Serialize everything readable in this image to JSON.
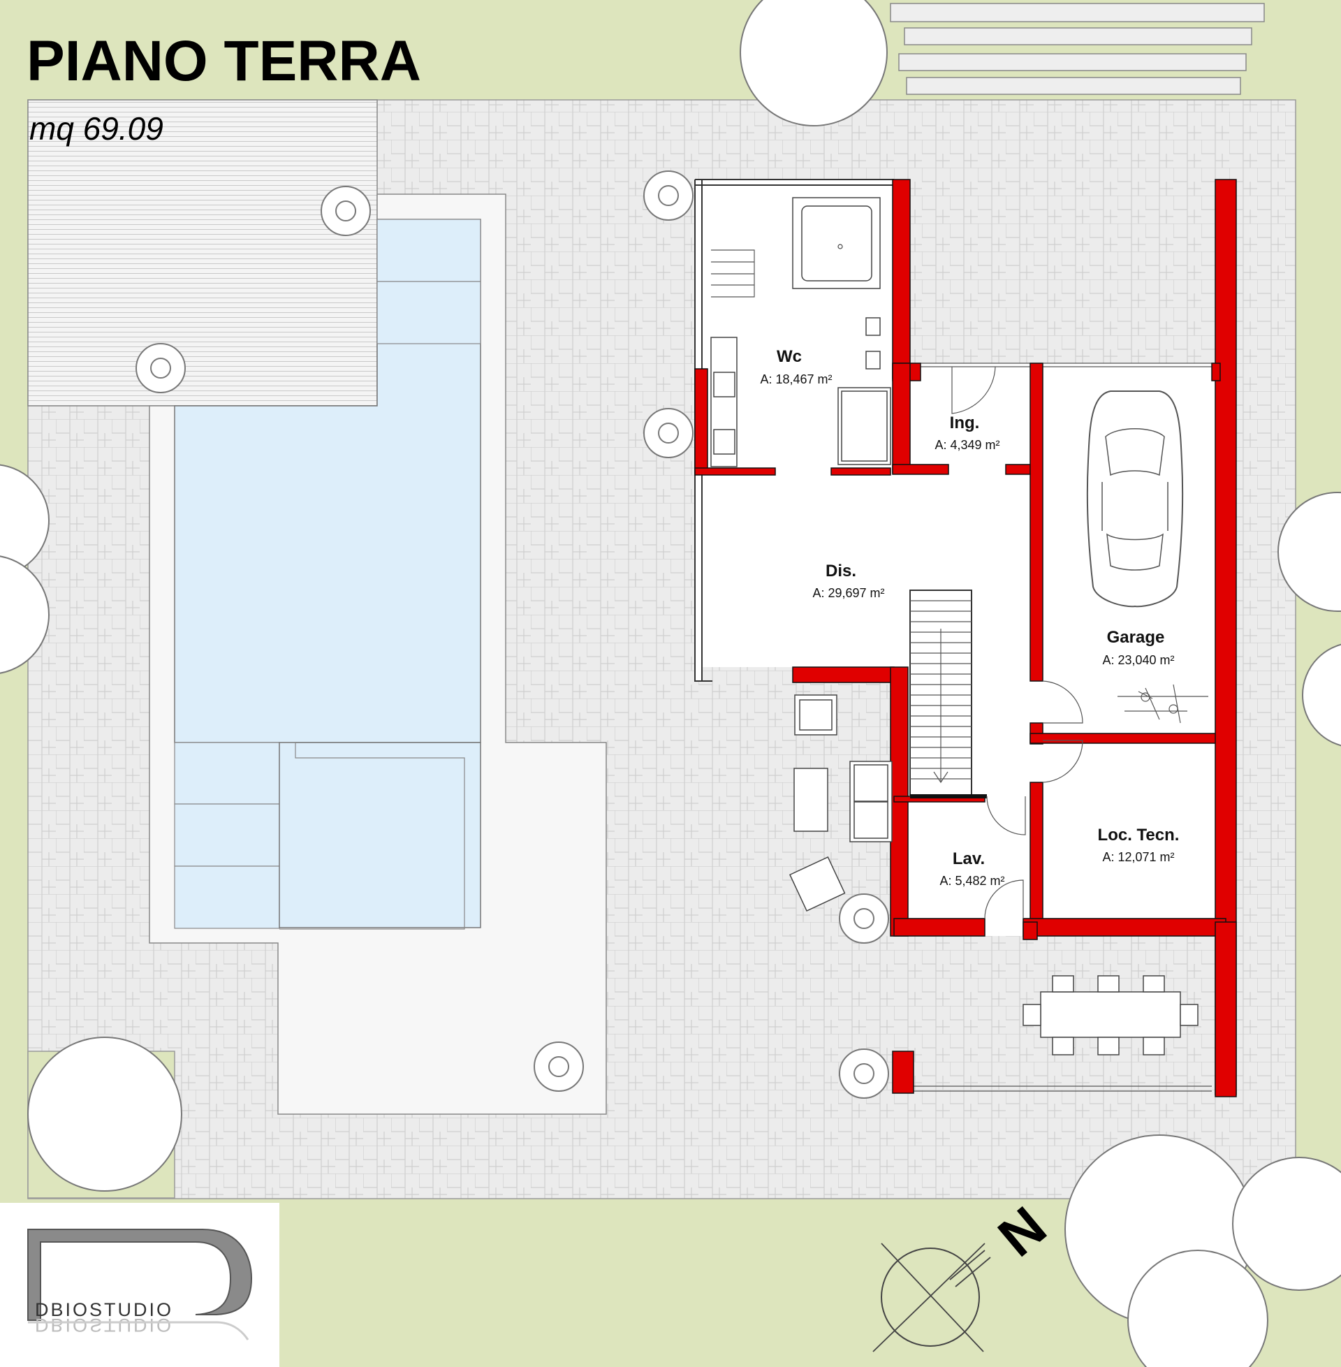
{
  "title": "PIANO TERRA",
  "surface": "mq 69.09",
  "rooms": [
    {
      "name": "Wc",
      "area": "A: 18,467 m²"
    },
    {
      "name": "Ing.",
      "area": "A: 4,349 m²"
    },
    {
      "name": "Dis.",
      "area": "A: 29,697 m²"
    },
    {
      "name": "Garage",
      "area": "A: 23,040 m²"
    },
    {
      "name": "Lav.",
      "area": "A: 5,482 m²"
    },
    {
      "name": "Loc. Tecn.",
      "area": "A:  12,071 m²"
    }
  ],
  "logo": {
    "text": "DBIOSTUDIO"
  },
  "north": {
    "letter": "N"
  },
  "colors": {
    "lawn": "#dde5bd",
    "paving": "#ececec",
    "pool": "#ddeefa",
    "walls": "#e00000",
    "deck": "#f4f4f4"
  }
}
